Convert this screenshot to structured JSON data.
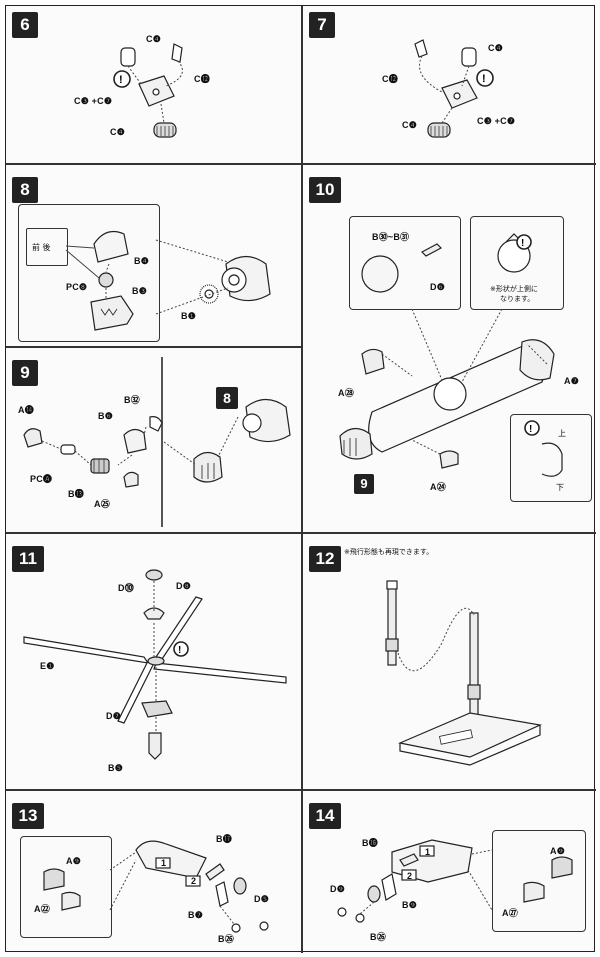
{
  "document": {
    "title": "",
    "steps": [
      {
        "id": "6",
        "labels": {
          "c4a": "C❹",
          "c12": "C⓬",
          "c3c7": "C❸ +C❼",
          "c4b": "C❹"
        }
      },
      {
        "id": "7",
        "labels": {
          "c4a": "C❹",
          "c12": "C⓬",
          "c3c7": "C❸ +C❼",
          "c4b": "C❹"
        }
      },
      {
        "id": "8",
        "labels": {
          "b4": "B❹",
          "pc8": "PC❽",
          "b3": "B❸",
          "b1": "B❶",
          "tag": "前 後"
        }
      },
      {
        "id": "9",
        "labels": {
          "a14": "A⓮",
          "b6": "B❻",
          "b32": "B㉜",
          "pcA": "PC🅐",
          "b13": "B⓭",
          "a25": "A㉕",
          "sub": "8"
        }
      },
      {
        "id": "10",
        "labels": {
          "b30": "B㉚~B㉛",
          "d6": "D❻",
          "note1": "※形状が上側に",
          "note2": "なります。",
          "a28": "A㉘",
          "a7": "A❼",
          "a24": "A㉔",
          "sub": "9",
          "up": "上",
          "down": "下"
        }
      },
      {
        "id": "11",
        "labels": {
          "d10": "D⓾",
          "d8": "D❽",
          "e1": "E❶",
          "d7": "D❼",
          "b5": "B❺"
        }
      },
      {
        "id": "12",
        "labels": {
          "note": "※飛行形態も再現できます。"
        }
      },
      {
        "id": "13",
        "labels": {
          "a9": "A❾",
          "a22": "A㉒",
          "b17": "B⓱",
          "b7": "B❼",
          "b26": "B㉖",
          "d5": "D❺",
          "n1": "1",
          "n2": "2"
        }
      },
      {
        "id": "14",
        "labels": {
          "b16": "B⓰",
          "d9": "D❾",
          "b9": "B❾",
          "b26": "B㉖",
          "a9": "A❾",
          "a27": "A㉗",
          "n1": "1",
          "n2": "2"
        }
      }
    ],
    "caution_mark": "!"
  }
}
